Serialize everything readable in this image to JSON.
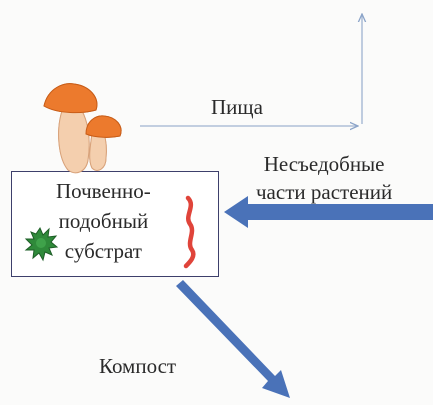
{
  "labels": {
    "food": "Пища",
    "inedible_line1": "Несъедобные",
    "inedible_line2": "части растений",
    "substrate_line1": "Почвенно-",
    "substrate_line2": "подобный",
    "substrate_line3": "субстрат",
    "compost": "Компост"
  },
  "icons": [
    "mushroom-icon",
    "worm-icon",
    "microbe-icon"
  ],
  "colors": {
    "thin_arrow": "#8aa3c8",
    "thick_arrow": "#4a72b8",
    "mushroom_cap": "#ee7a2e",
    "mushroom_stem": "#f2c9a8",
    "worm": "#e0443a",
    "microbe": "#2f8a3a",
    "box_border": "#3d3f6b"
  }
}
